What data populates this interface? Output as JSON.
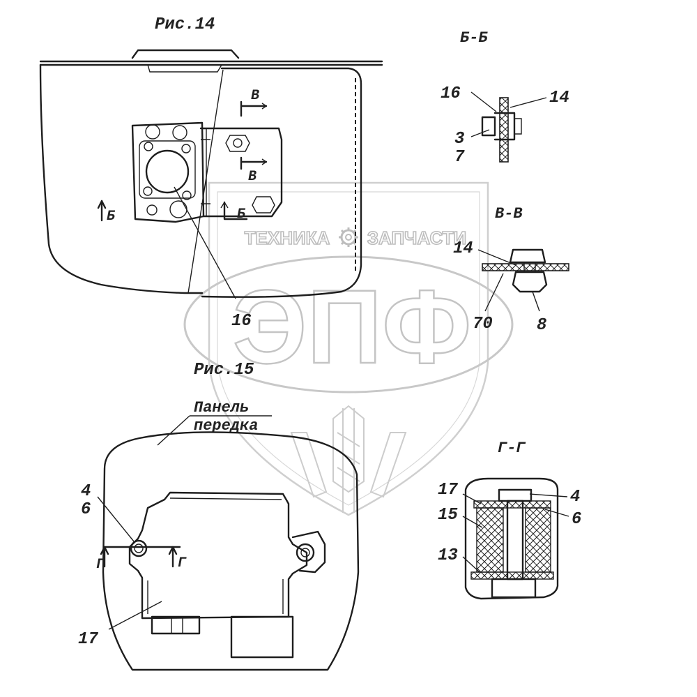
{
  "figures": {
    "fig14": "Рис.14",
    "fig15": "Рис.15"
  },
  "sections": {
    "bb": "Б-Б",
    "vv": "В-В",
    "gg": "Г-Г"
  },
  "cut_marks": {
    "b_letter": "Б",
    "v_letter": "В",
    "g_letter": "Г"
  },
  "panel_label": {
    "line1": "Панель",
    "line2": "передка"
  },
  "callouts": {
    "fig14_part": "16",
    "bb_16": "16",
    "bb_14": "14",
    "bb_3": "3",
    "bb_7": "7",
    "vv_14": "14",
    "vv_70": "70",
    "vv_8": "8",
    "fig15_4": "4",
    "fig15_6": "6",
    "fig15_17": "17",
    "gg_17": "17",
    "gg_15": "15",
    "gg_13": "13",
    "gg_4": "4",
    "gg_6": "6"
  },
  "watermark": {
    "left": "ТЕХНИКА",
    "right": "ЗАПЧАСТИ",
    "logo": "ЭПФ",
    "gear_icon": "gear-icon",
    "wheat_icon": "wheat-icon"
  },
  "colors": {
    "ink": "#1e1e1e",
    "watermark": "#c4c4c4",
    "background": "#ffffff"
  }
}
